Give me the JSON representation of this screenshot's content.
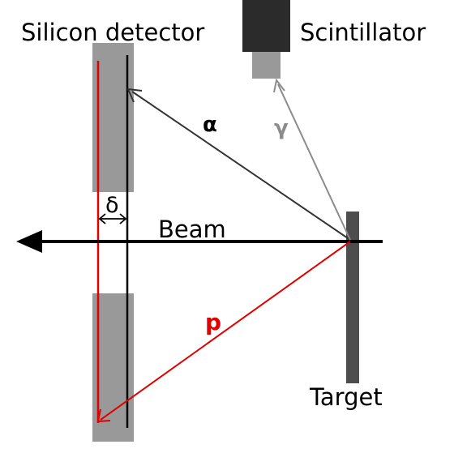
{
  "labels": {
    "silicon_detector": "Silicon detector",
    "scintillator": "Scintillator",
    "alpha": "α",
    "gamma": "γ",
    "delta": "δ",
    "beam": "Beam",
    "proton": "p",
    "target": "Target"
  },
  "colors": {
    "detector_gray": "#999999",
    "scintillator_dark": "#2b2b2b",
    "scintillator_light": "#999999",
    "target_gray": "#4d4d4d",
    "alpha_line": "#333333",
    "gamma_line": "#8c8c8c",
    "proton_red": "#e00000",
    "beam_black": "#000000"
  }
}
